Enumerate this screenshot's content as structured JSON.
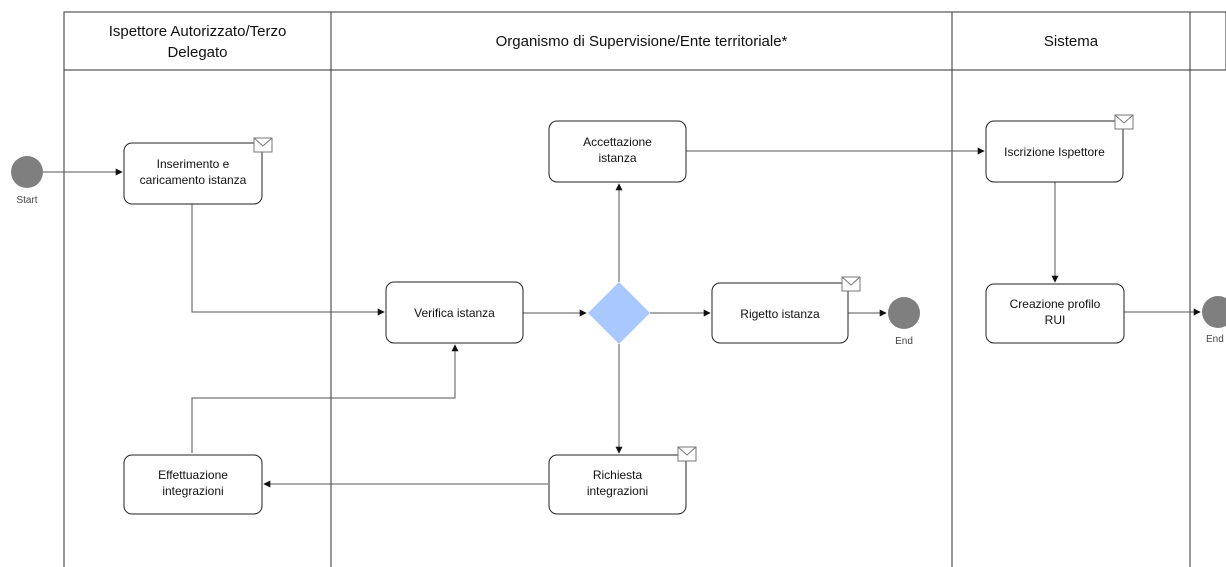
{
  "lanes": [
    {
      "title_line1": "Ispettore Autorizzato/Terzo",
      "title_line2": "Delegato"
    },
    {
      "title_line1": "Organismo di Supervisione/Ente territoriale*"
    },
    {
      "title_line1": "Sistema"
    }
  ],
  "events": {
    "start": "Start",
    "end1": "End",
    "end2": "End"
  },
  "tasks": {
    "inserimento": {
      "line1": "Inserimento e",
      "line2": "caricamento istanza"
    },
    "verifica": {
      "line1": "Verifica istanza"
    },
    "accettazione": {
      "line1": "Accettazione",
      "line2": "istanza"
    },
    "rigetto": {
      "line1": "Rigetto istanza"
    },
    "richiesta": {
      "line1": "Richiesta",
      "line2": "integrazioni"
    },
    "effettuazione": {
      "line1": "Effettuazione",
      "line2": "integrazioni"
    },
    "iscrizione": {
      "line1": "Iscrizione Ispettore"
    },
    "creazione": {
      "line1": "Creazione profilo",
      "line2": "RUI"
    }
  },
  "colors": {
    "lane_border": "#333333",
    "event_fill": "#7f7f7f",
    "gateway_fill": "#a9c8ff",
    "edge": "#555555"
  }
}
